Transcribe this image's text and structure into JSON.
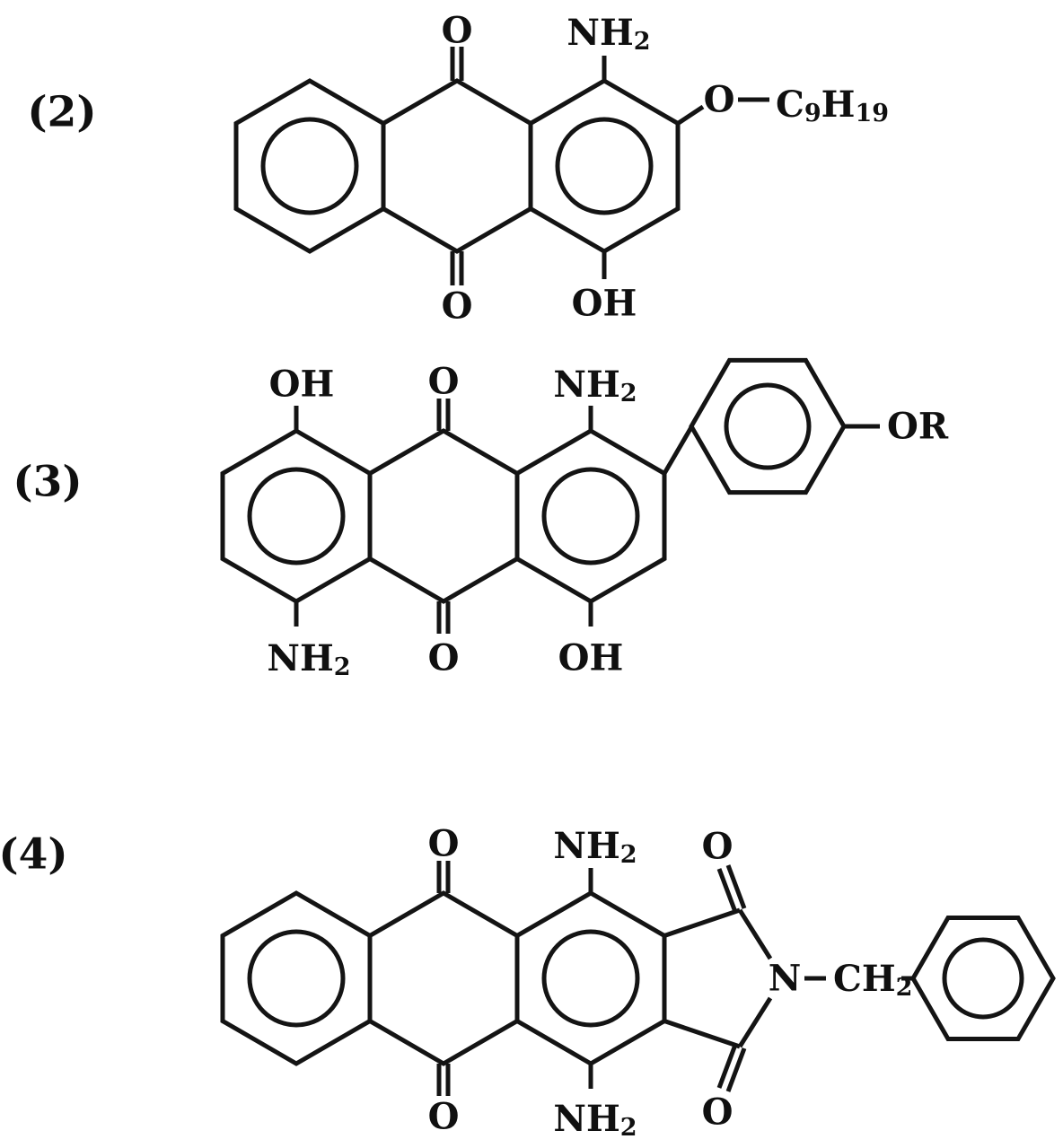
{
  "figure": {
    "structures": [
      {
        "id": "2",
        "index_label": "(2)",
        "atoms": {
          "top_carbonyl_o": "O",
          "amino_main": "NH",
          "amino_sub": "2",
          "ether_o": "O",
          "chain_c": "C",
          "chain_c_sub": "9",
          "chain_h": "H",
          "chain_h_sub": "19",
          "hydroxyl": "OH",
          "bottom_carbonyl_o": "O"
        }
      },
      {
        "id": "3",
        "index_label": "(3)",
        "atoms": {
          "top_left_hydroxyl": "OH",
          "top_carbonyl_o": "O",
          "top_amino_main": "NH",
          "top_amino_sub": "2",
          "aryl_or": "OR",
          "bottom_amino_main": "NH",
          "bottom_amino_sub": "2",
          "bottom_carbonyl_o": "O",
          "bottom_hydroxyl": "OH"
        }
      },
      {
        "id": "4",
        "index_label": "(4)",
        "atoms": {
          "top_carbonyl_o": "O",
          "top_amino_main": "NH",
          "top_amino_sub": "2",
          "imide_top_o": "O",
          "imide_n": "N",
          "methylene_main": "CH",
          "methylene_sub": "2",
          "bottom_carbonyl_o": "O",
          "bottom_amino_main": "NH",
          "bottom_amino_sub": "2",
          "imide_bottom_o": "O"
        }
      }
    ]
  }
}
